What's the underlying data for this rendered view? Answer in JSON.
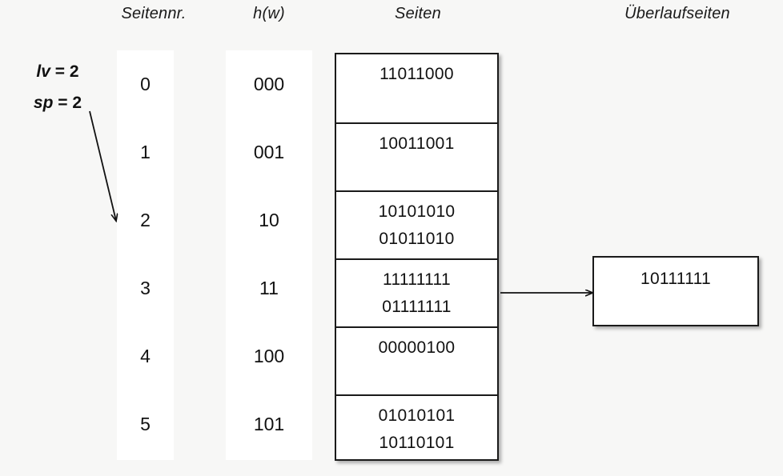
{
  "headers": {
    "seitennr": "Seitennr.",
    "hw": "h(w)",
    "seiten": "Seiten",
    "ueberlaufseiten": "Überlaufseiten"
  },
  "params": {
    "lv_var": "lv",
    "lv_rest": " = 2",
    "sp_var": "sp",
    "sp_rest": " = 2"
  },
  "rows": [
    {
      "seitennr": "0",
      "hw": "000",
      "page_values": [
        "11011000"
      ]
    },
    {
      "seitennr": "1",
      "hw": "001",
      "page_values": [
        "10011001"
      ]
    },
    {
      "seitennr": "2",
      "hw": "10",
      "page_values": [
        "10101010",
        "01011010"
      ]
    },
    {
      "seitennr": "3",
      "hw": "11",
      "page_values": [
        "11111111",
        "01111111"
      ]
    },
    {
      "seitennr": "4",
      "hw": "100",
      "page_values": [
        "00000100"
      ]
    },
    {
      "seitennr": "5",
      "hw": "101",
      "page_values": [
        "01010101",
        "10110101"
      ]
    }
  ],
  "overflow_pages": [
    {
      "values": [
        "10111111"
      ],
      "from_row_index": 3
    }
  ],
  "colors": {
    "background": "#f7f7f6",
    "panel": "#ffffff",
    "stroke": "#1a1a1a",
    "text": "#111111"
  }
}
